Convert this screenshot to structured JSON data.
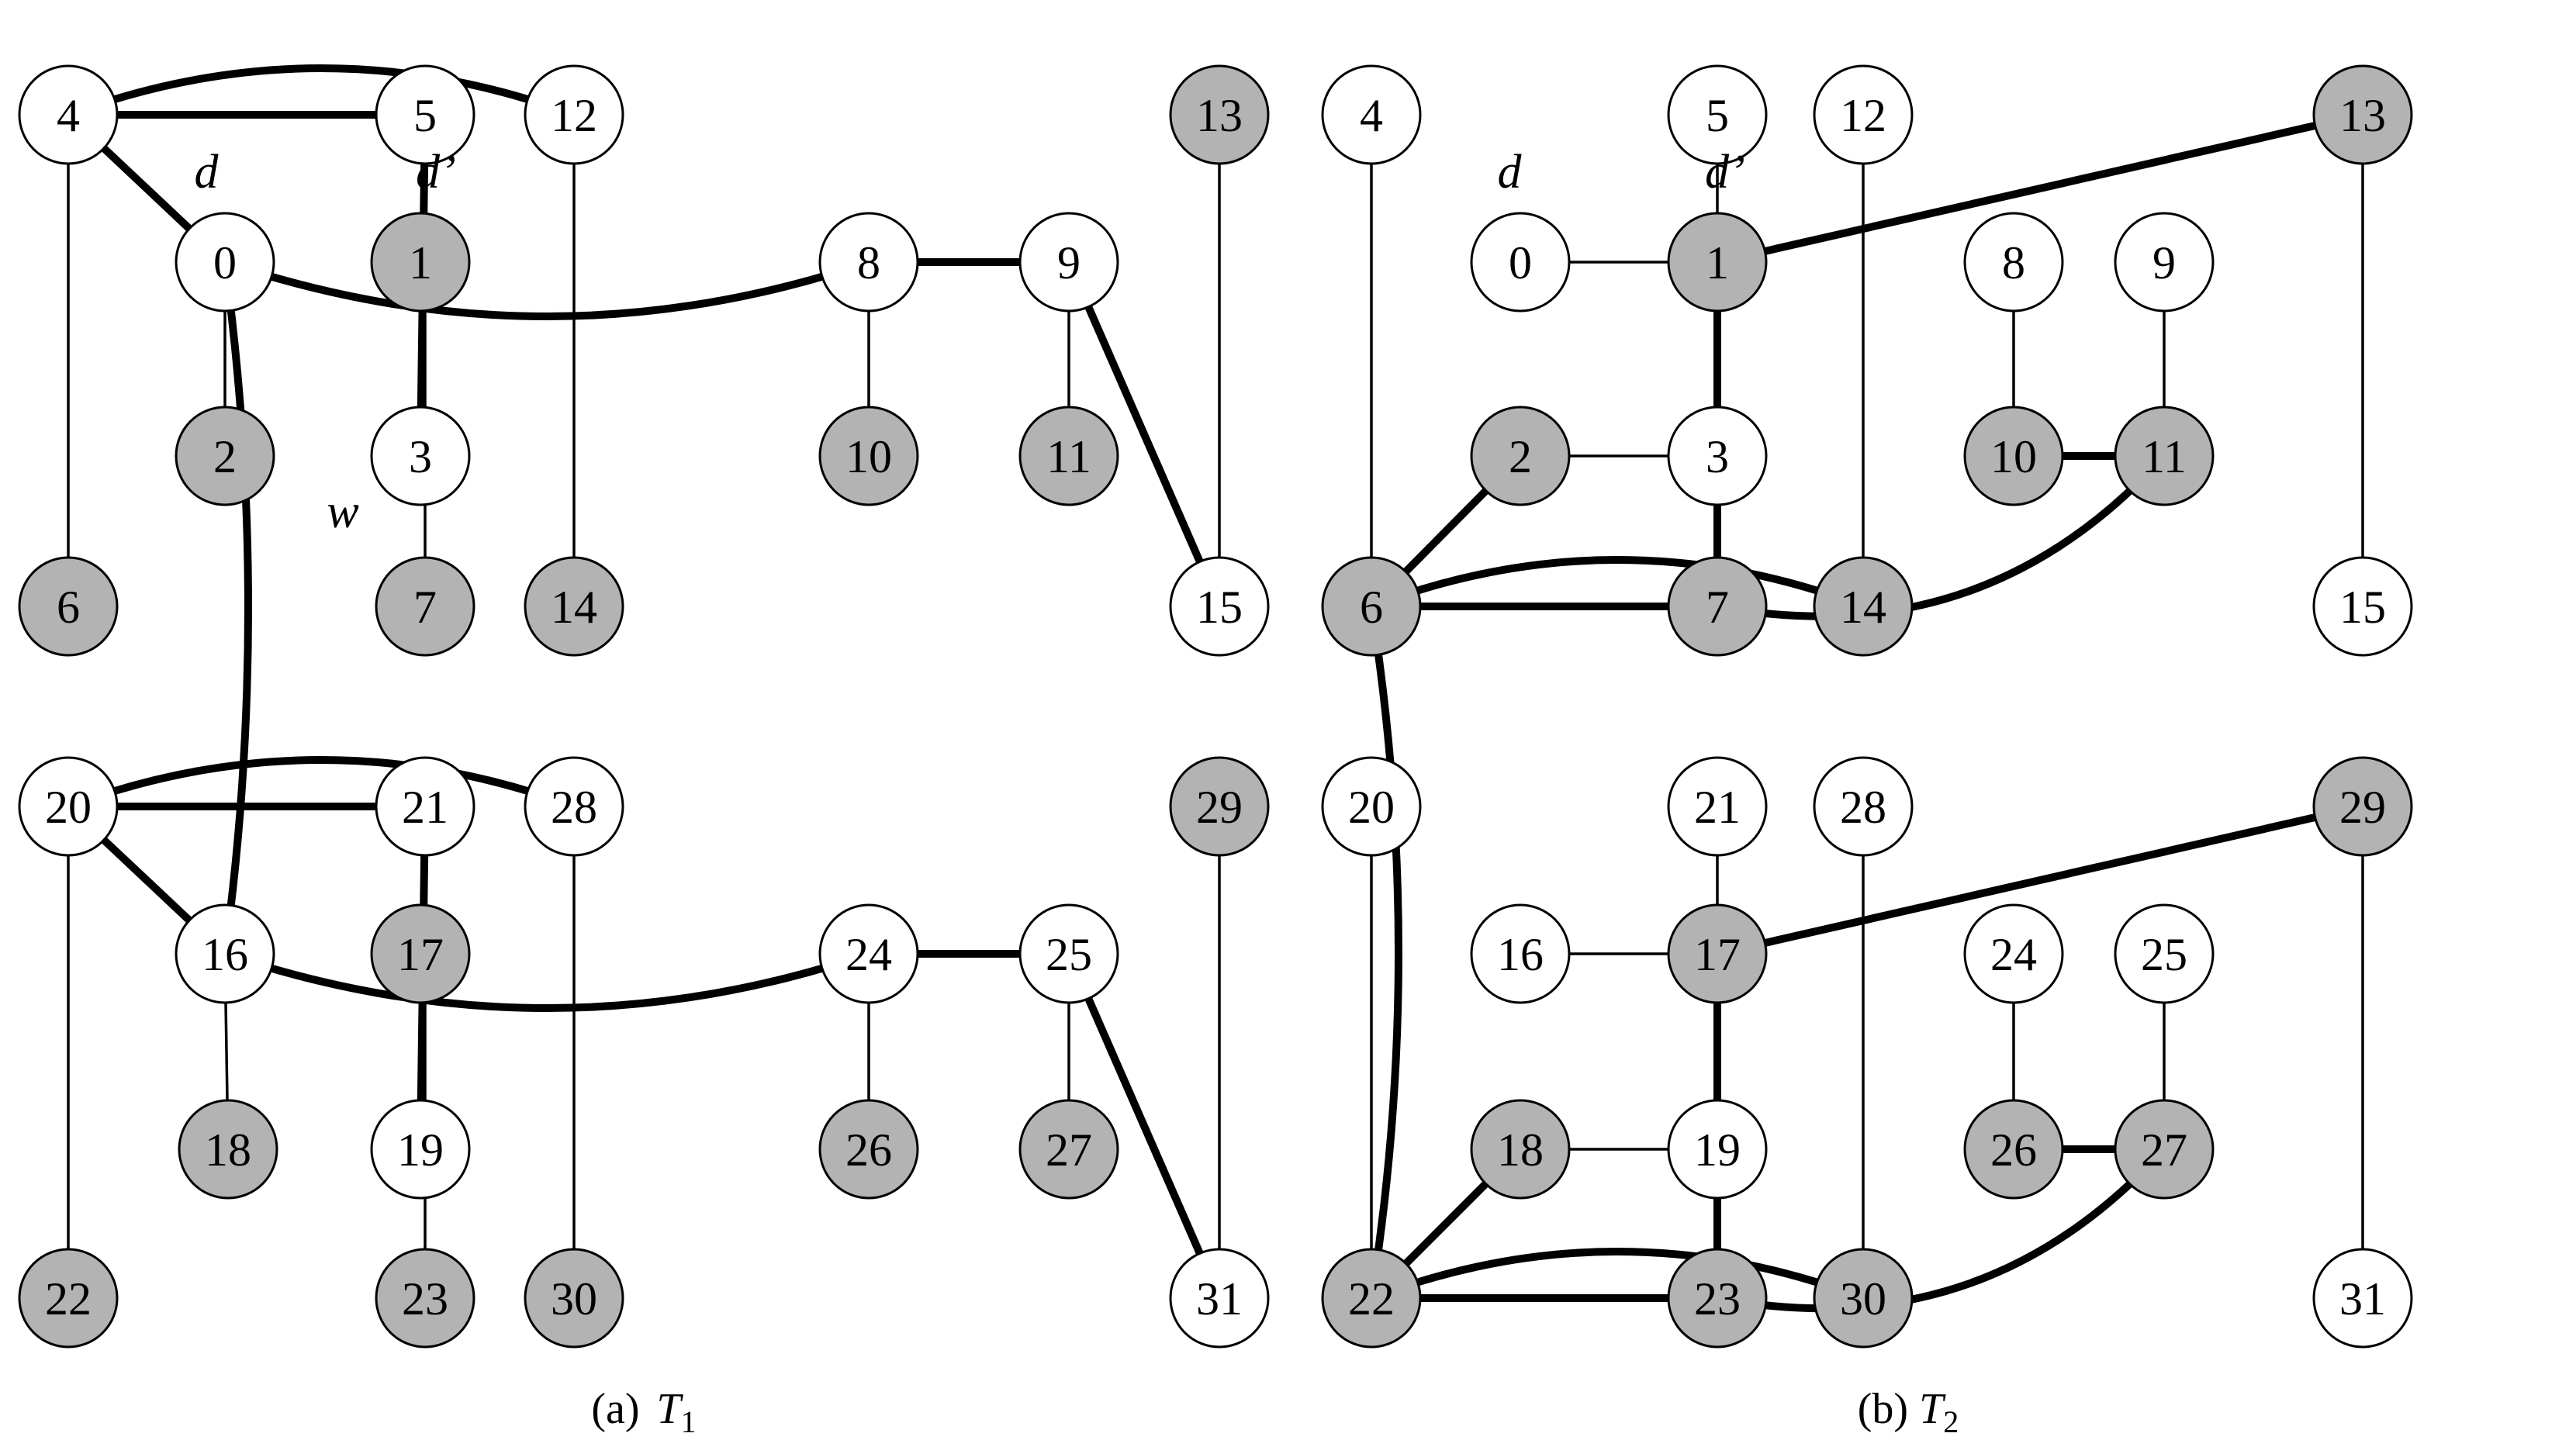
{
  "colors": {
    "shaded": "#b3b3b3",
    "white": "#ffffff",
    "line": "#000000"
  },
  "panels": [
    {
      "id": "T1",
      "caption": {
        "prefix": "(a)",
        "name": "T",
        "sub": "1"
      },
      "labels": [
        "d",
        "d’",
        "w"
      ],
      "nodes": [
        {
          "id": "4",
          "shaded": false
        },
        {
          "id": "5",
          "shaded": false
        },
        {
          "id": "12",
          "shaded": false
        },
        {
          "id": "13",
          "shaded": true
        },
        {
          "id": "0",
          "shaded": false
        },
        {
          "id": "1",
          "shaded": true
        },
        {
          "id": "8",
          "shaded": false
        },
        {
          "id": "9",
          "shaded": false
        },
        {
          "id": "2",
          "shaded": true
        },
        {
          "id": "3",
          "shaded": false
        },
        {
          "id": "10",
          "shaded": true
        },
        {
          "id": "11",
          "shaded": true
        },
        {
          "id": "6",
          "shaded": true
        },
        {
          "id": "7",
          "shaded": true
        },
        {
          "id": "14",
          "shaded": true
        },
        {
          "id": "15",
          "shaded": false
        },
        {
          "id": "20",
          "shaded": false
        },
        {
          "id": "21",
          "shaded": false
        },
        {
          "id": "28",
          "shaded": false
        },
        {
          "id": "29",
          "shaded": true
        },
        {
          "id": "16",
          "shaded": false
        },
        {
          "id": "17",
          "shaded": true
        },
        {
          "id": "24",
          "shaded": false
        },
        {
          "id": "25",
          "shaded": false
        },
        {
          "id": "18",
          "shaded": true
        },
        {
          "id": "19",
          "shaded": false
        },
        {
          "id": "26",
          "shaded": true
        },
        {
          "id": "27",
          "shaded": true
        },
        {
          "id": "22",
          "shaded": true
        },
        {
          "id": "23",
          "shaded": true
        },
        {
          "id": "30",
          "shaded": true
        },
        {
          "id": "31",
          "shaded": false
        }
      ],
      "edges": [
        {
          "from": "4",
          "to": "6",
          "thick": false
        },
        {
          "from": "0",
          "to": "2",
          "thick": false
        },
        {
          "from": "1",
          "to": "3",
          "thick": false
        },
        {
          "from": "5",
          "to": "7",
          "thick": false
        },
        {
          "from": "12",
          "to": "14",
          "thick": false
        },
        {
          "from": "8",
          "to": "10",
          "thick": false
        },
        {
          "from": "9",
          "to": "11",
          "thick": false
        },
        {
          "from": "13",
          "to": "15",
          "thick": false
        },
        {
          "from": "4",
          "to": "5",
          "thick": true
        },
        {
          "from": "4",
          "to": "12",
          "thick": true
        },
        {
          "from": "4",
          "to": "0",
          "thick": true
        },
        {
          "from": "5",
          "to": "3",
          "thick": true
        },
        {
          "from": "0",
          "to": "8",
          "thick": true
        },
        {
          "from": "8",
          "to": "9",
          "thick": true
        },
        {
          "from": "9",
          "to": "15",
          "thick": true
        },
        {
          "from": "0",
          "to": "16",
          "thick": true
        },
        {
          "from": "20",
          "to": "22",
          "thick": false
        },
        {
          "from": "16",
          "to": "18",
          "thick": false
        },
        {
          "from": "17",
          "to": "19",
          "thick": false
        },
        {
          "from": "21",
          "to": "23",
          "thick": false
        },
        {
          "from": "28",
          "to": "30",
          "thick": false
        },
        {
          "from": "24",
          "to": "26",
          "thick": false
        },
        {
          "from": "25",
          "to": "27",
          "thick": false
        },
        {
          "from": "29",
          "to": "31",
          "thick": false
        },
        {
          "from": "20",
          "to": "21",
          "thick": true
        },
        {
          "from": "20",
          "to": "28",
          "thick": true
        },
        {
          "from": "20",
          "to": "16",
          "thick": true
        },
        {
          "from": "21",
          "to": "19",
          "thick": true
        },
        {
          "from": "16",
          "to": "24",
          "thick": true
        },
        {
          "from": "24",
          "to": "25",
          "thick": true
        },
        {
          "from": "25",
          "to": "31",
          "thick": true
        }
      ]
    },
    {
      "id": "T2",
      "caption": {
        "prefix": "(b)",
        "name": "T",
        "sub": "2"
      },
      "labels": [
        "d",
        "d’"
      ],
      "nodes": [
        {
          "id": "4",
          "shaded": false
        },
        {
          "id": "5",
          "shaded": false
        },
        {
          "id": "12",
          "shaded": false
        },
        {
          "id": "13",
          "shaded": true
        },
        {
          "id": "0",
          "shaded": false
        },
        {
          "id": "1",
          "shaded": true
        },
        {
          "id": "8",
          "shaded": false
        },
        {
          "id": "9",
          "shaded": false
        },
        {
          "id": "2",
          "shaded": true
        },
        {
          "id": "3",
          "shaded": false
        },
        {
          "id": "10",
          "shaded": true
        },
        {
          "id": "11",
          "shaded": true
        },
        {
          "id": "6",
          "shaded": true
        },
        {
          "id": "7",
          "shaded": true
        },
        {
          "id": "14",
          "shaded": true
        },
        {
          "id": "15",
          "shaded": false
        },
        {
          "id": "20",
          "shaded": false
        },
        {
          "id": "21",
          "shaded": false
        },
        {
          "id": "28",
          "shaded": false
        },
        {
          "id": "29",
          "shaded": true
        },
        {
          "id": "16",
          "shaded": false
        },
        {
          "id": "17",
          "shaded": true
        },
        {
          "id": "24",
          "shaded": false
        },
        {
          "id": "25",
          "shaded": false
        },
        {
          "id": "18",
          "shaded": true
        },
        {
          "id": "19",
          "shaded": false
        },
        {
          "id": "26",
          "shaded": true
        },
        {
          "id": "27",
          "shaded": true
        },
        {
          "id": "22",
          "shaded": true
        },
        {
          "id": "23",
          "shaded": true
        },
        {
          "id": "30",
          "shaded": true
        },
        {
          "id": "31",
          "shaded": false
        }
      ],
      "edges": [
        {
          "from": "4",
          "to": "6",
          "thick": false
        },
        {
          "from": "5",
          "to": "7",
          "thick": false
        },
        {
          "from": "12",
          "to": "14",
          "thick": false
        },
        {
          "from": "13",
          "to": "15",
          "thick": false
        },
        {
          "from": "0",
          "to": "1",
          "thick": false
        },
        {
          "from": "2",
          "to": "3",
          "thick": false
        },
        {
          "from": "8",
          "to": "10",
          "thick": false
        },
        {
          "from": "9",
          "to": "11",
          "thick": false
        },
        {
          "from": "1",
          "to": "13",
          "thick": true
        },
        {
          "from": "1",
          "to": "7",
          "thick": true
        },
        {
          "from": "6",
          "to": "2",
          "thick": true
        },
        {
          "from": "6",
          "to": "7",
          "thick": true
        },
        {
          "from": "6",
          "to": "14",
          "thick": true
        },
        {
          "from": "7",
          "to": "11",
          "thick": true
        },
        {
          "from": "10",
          "to": "11",
          "thick": true
        },
        {
          "from": "6",
          "to": "22",
          "thick": true
        },
        {
          "from": "20",
          "to": "22",
          "thick": false
        },
        {
          "from": "21",
          "to": "23",
          "thick": false
        },
        {
          "from": "28",
          "to": "30",
          "thick": false
        },
        {
          "from": "29",
          "to": "31",
          "thick": false
        },
        {
          "from": "16",
          "to": "17",
          "thick": false
        },
        {
          "from": "18",
          "to": "19",
          "thick": false
        },
        {
          "from": "24",
          "to": "26",
          "thick": false
        },
        {
          "from": "25",
          "to": "27",
          "thick": false
        },
        {
          "from": "17",
          "to": "29",
          "thick": true
        },
        {
          "from": "17",
          "to": "23",
          "thick": true
        },
        {
          "from": "22",
          "to": "18",
          "thick": true
        },
        {
          "from": "22",
          "to": "23",
          "thick": true
        },
        {
          "from": "22",
          "to": "30",
          "thick": true
        },
        {
          "from": "23",
          "to": "27",
          "thick": true
        },
        {
          "from": "26",
          "to": "27",
          "thick": true
        }
      ]
    }
  ]
}
